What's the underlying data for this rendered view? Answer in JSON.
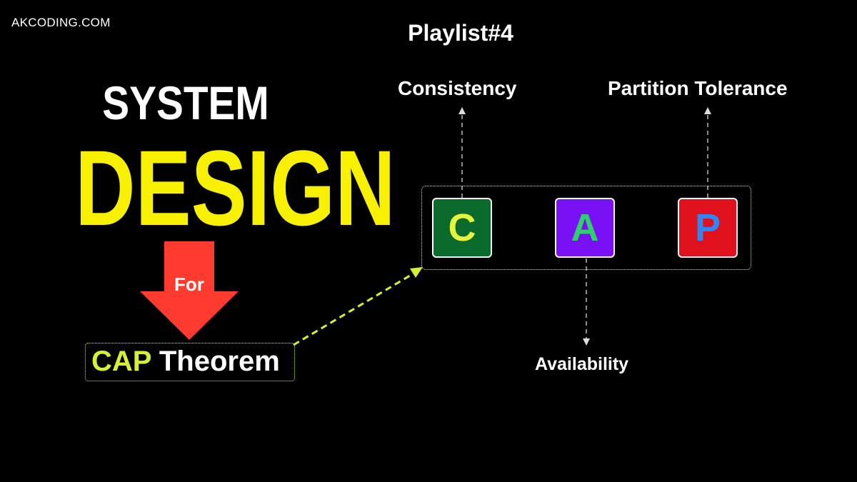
{
  "site": "AKCODING.COM",
  "playlist": "Playlist#4",
  "title": {
    "line1": "SYSTEM",
    "line2": "DESIGN",
    "for": "For"
  },
  "topic": {
    "highlight": "CAP",
    "rest": " Theorem"
  },
  "properties": {
    "consistency": "Consistency",
    "partition_tolerance": "Partition Tolerance",
    "availability": "Availability"
  },
  "tiles": {
    "c": "C",
    "a": "A",
    "p": "P"
  },
  "colors": {
    "accent_yellow": "#f7f000",
    "arrow_red": "#ff3b30",
    "connector_lime": "#d8f032",
    "tile_c": "#0b6b2c",
    "tile_a": "#7a10f5",
    "tile_p": "#e0101c"
  }
}
